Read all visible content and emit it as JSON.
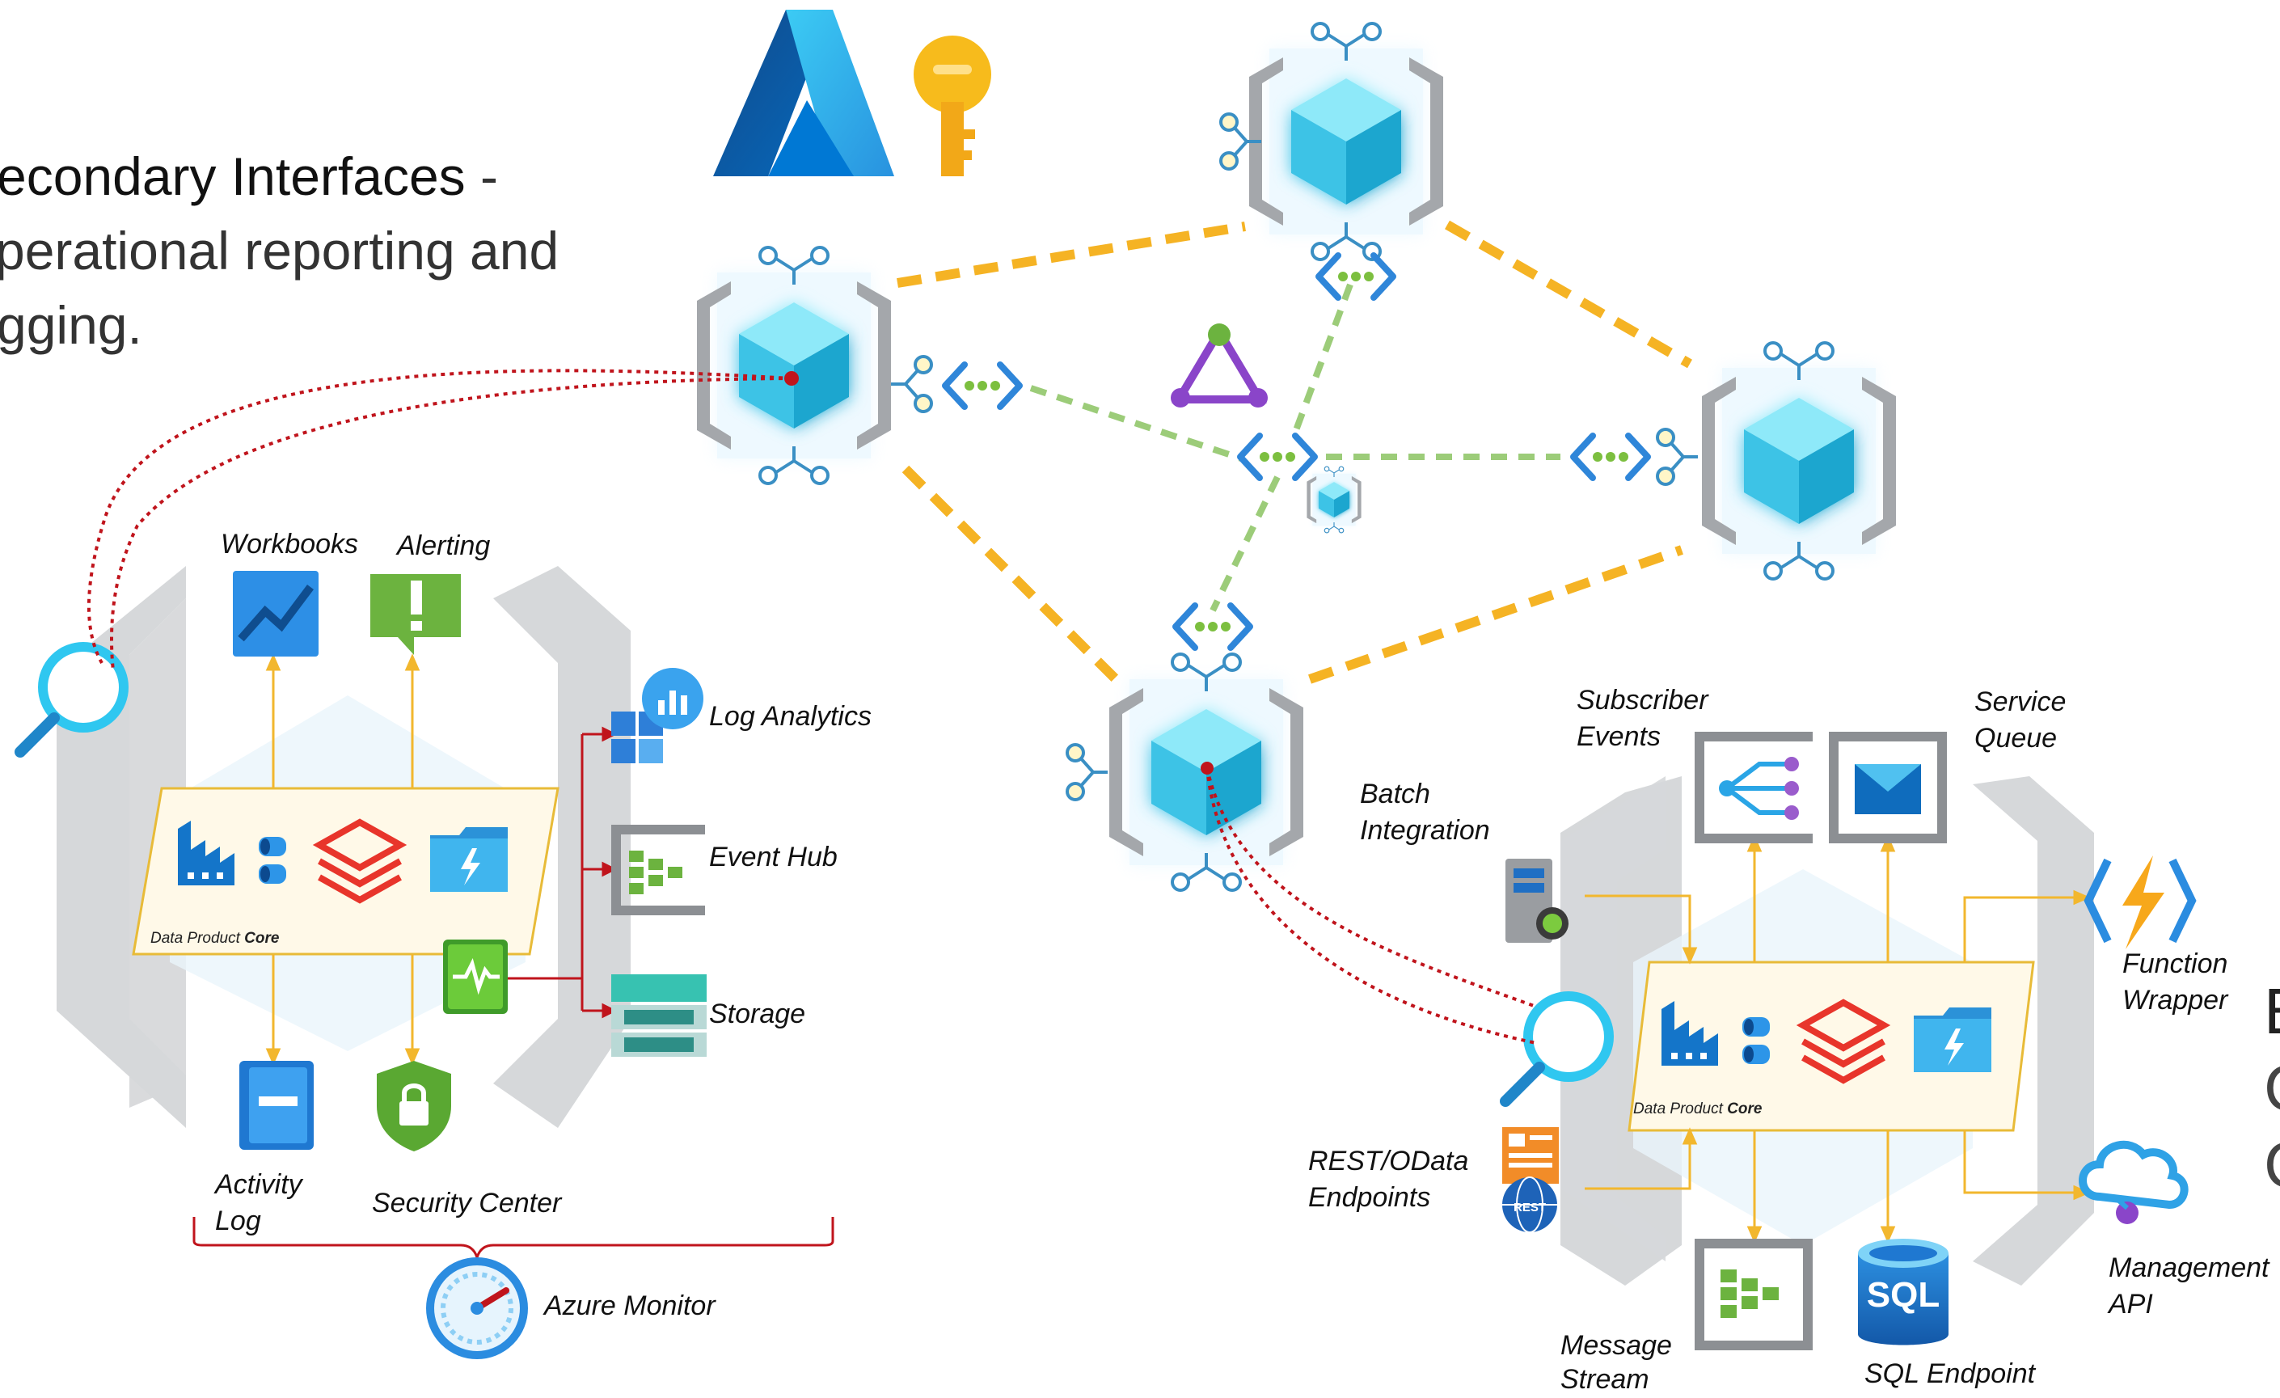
{
  "title": {
    "line1_bold": "econdary Interfaces",
    "line1_rest": " -",
    "line2": "perational reporting and",
    "line3": "gging."
  },
  "left_panel": {
    "labels": {
      "workbooks": "Workbooks",
      "alerting": "Alerting",
      "log_analytics": "Log Analytics",
      "event_hub": "Event Hub",
      "storage": "Storage",
      "activity_log_1": "Activity",
      "activity_log_2": "Log",
      "security_center": "Security Center",
      "azure_monitor": "Azure Monitor"
    },
    "core": {
      "prefix": "Data Product ",
      "bold": "Core"
    }
  },
  "right_panel": {
    "labels": {
      "subscriber_events_1": "Subscriber",
      "subscriber_events_2": "Events",
      "service_queue_1": "Service",
      "service_queue_2": "Queue",
      "batch_integration_1": "Batch",
      "batch_integration_2": "Integration",
      "function_wrapper_1": "Function",
      "function_wrapper_2": "Wrapper",
      "rest_odata_1": "REST/OData",
      "rest_odata_2": "Endpoints",
      "management_api_1": "Management",
      "management_api_2": "API",
      "message_stream_1": "Message",
      "message_stream_2": "Stream",
      "sql_endpoint": "SQL Endpoint",
      "sql_text": "SQL",
      "rest_badge": "REST"
    },
    "core": {
      "prefix": "Data Product ",
      "bold": "Core"
    }
  },
  "edge_fragments": [
    "E",
    "C",
    "C"
  ],
  "colors": {
    "cube_top": "#8ee9f9",
    "cube_left": "#3ec3e6",
    "cube_right": "#1fa6cf",
    "mesh_link": "#f5b324",
    "green_link": "#9ccc79",
    "red_trace": "#c0141c",
    "bracket_gray": "#a4a7ab",
    "panel_gray": "#d9dadc",
    "azure_blue": "#0f6cbd",
    "key_gold": "#f7bb1c"
  },
  "icons": [
    "azure-logo-icon",
    "key-icon",
    "data-product-cube-icon",
    "private-endpoint-icon",
    "triangle-graph-icon",
    "magnifier-icon",
    "workbooks-icon",
    "alert-icon",
    "log-analytics-icon",
    "event-hub-icon",
    "storage-icon",
    "activity-log-icon",
    "security-shield-icon",
    "azure-monitor-gauge-icon",
    "data-factory-icon",
    "databricks-icon",
    "data-lake-icon",
    "monitor-pulse-icon",
    "event-grid-icon",
    "service-bus-icon",
    "server-icon",
    "function-icon",
    "rest-api-icon",
    "api-management-icon",
    "sql-database-icon"
  ]
}
